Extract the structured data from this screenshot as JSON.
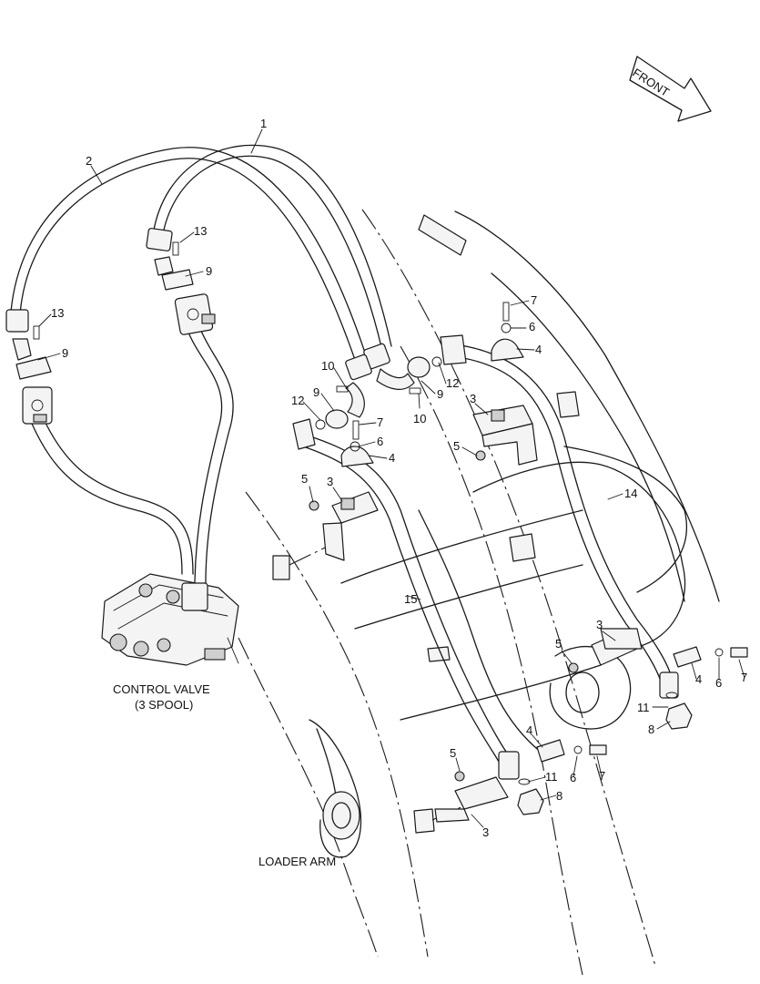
{
  "front_arrow": {
    "label": "FRONT"
  },
  "captions": {
    "control_valve_line1": "CONTROL VALVE",
    "control_valve_line2": "(3 SPOOL)",
    "loader_arm": "LOADER ARM"
  },
  "callouts": [
    {
      "key": "1",
      "text": "1"
    },
    {
      "key": "2",
      "text": "2"
    },
    {
      "key": "13a",
      "text": "13"
    },
    {
      "key": "9a",
      "text": "9"
    },
    {
      "key": "13b",
      "text": "13"
    },
    {
      "key": "9b",
      "text": "9"
    },
    {
      "key": "7a",
      "text": "7"
    },
    {
      "key": "6a",
      "text": "6"
    },
    {
      "key": "4a",
      "text": "4"
    },
    {
      "key": "10a",
      "text": "10"
    },
    {
      "key": "9c",
      "text": "9"
    },
    {
      "key": "12a",
      "text": "12"
    },
    {
      "key": "9d",
      "text": "9"
    },
    {
      "key": "12b",
      "text": "12"
    },
    {
      "key": "3a",
      "text": "3"
    },
    {
      "key": "7b",
      "text": "7"
    },
    {
      "key": "10b",
      "text": "10"
    },
    {
      "key": "6b",
      "text": "6"
    },
    {
      "key": "4b",
      "text": "4"
    },
    {
      "key": "5a",
      "text": "5"
    },
    {
      "key": "5b",
      "text": "5"
    },
    {
      "key": "3b",
      "text": "3"
    },
    {
      "key": "14",
      "text": "14"
    },
    {
      "key": "15",
      "text": "15"
    },
    {
      "key": "3c",
      "text": "3"
    },
    {
      "key": "5c",
      "text": "5"
    },
    {
      "key": "4c",
      "text": "4"
    },
    {
      "key": "6c",
      "text": "6"
    },
    {
      "key": "7c",
      "text": "7"
    },
    {
      "key": "11a",
      "text": "11"
    },
    {
      "key": "8a",
      "text": "8"
    },
    {
      "key": "4d",
      "text": "4"
    },
    {
      "key": "5d",
      "text": "5"
    },
    {
      "key": "6d",
      "text": "6"
    },
    {
      "key": "7d",
      "text": "7"
    },
    {
      "key": "11b",
      "text": "11"
    },
    {
      "key": "8b",
      "text": "8"
    },
    {
      "key": "3d",
      "text": "3"
    }
  ]
}
